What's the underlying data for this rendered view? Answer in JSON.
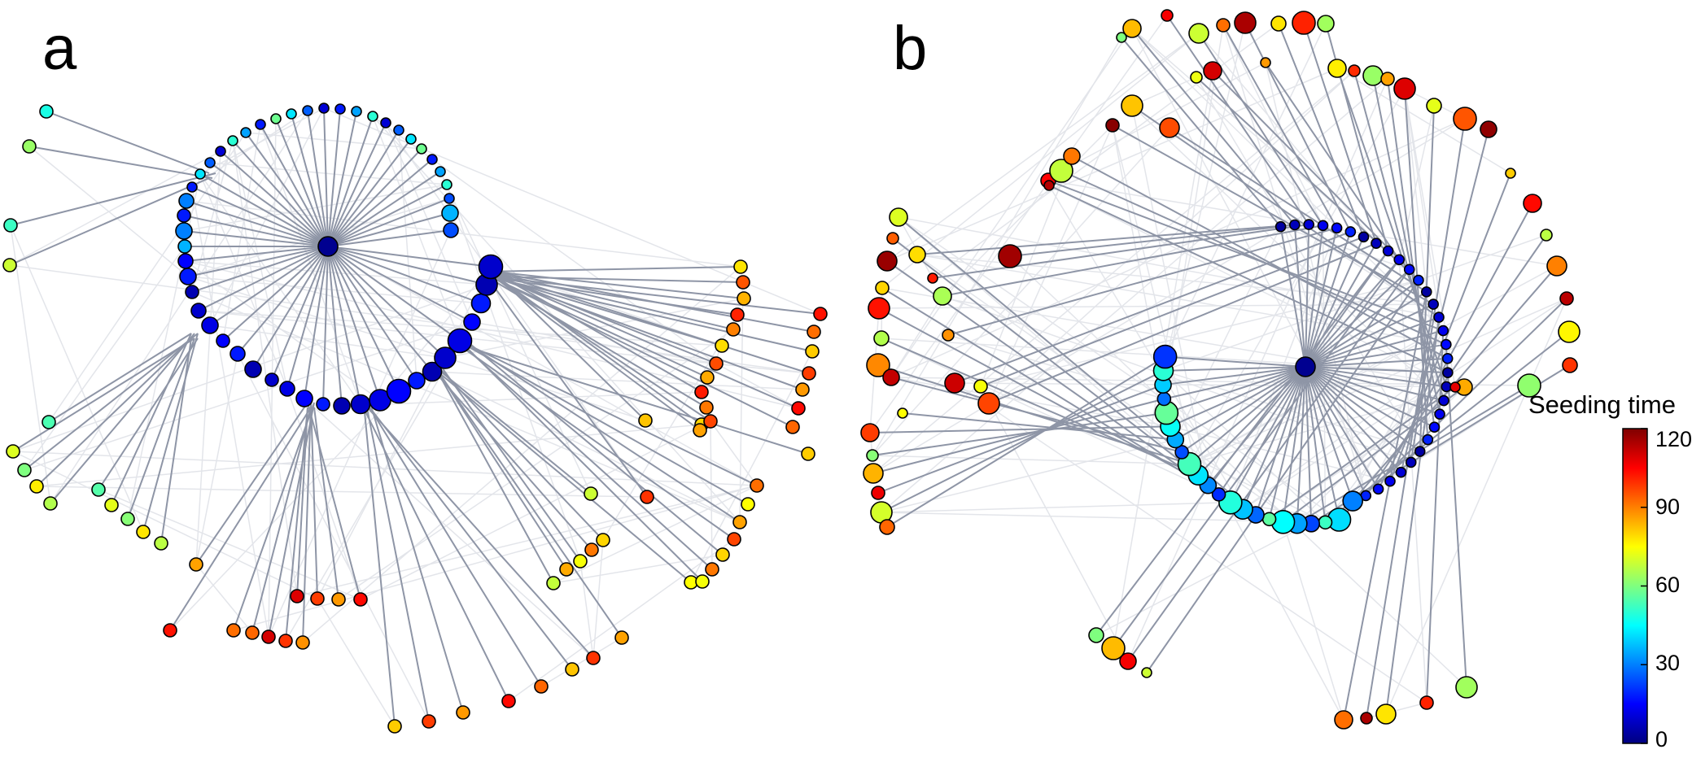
{
  "panels": [
    {
      "id": "a",
      "label": "a"
    },
    {
      "id": "b",
      "label": "b"
    }
  ],
  "colorbar": {
    "title": "Seeding time",
    "min": 0,
    "max": 120,
    "ticks": [
      "120",
      "90",
      "60",
      "30",
      "0"
    ],
    "tick_values": [
      120,
      90,
      60,
      30,
      0
    ],
    "colormap": "jet"
  },
  "colors": {
    "edge_tree": "#8e95a6",
    "edge_background": "#e3e5ea",
    "node_outline": "#000000"
  }
}
